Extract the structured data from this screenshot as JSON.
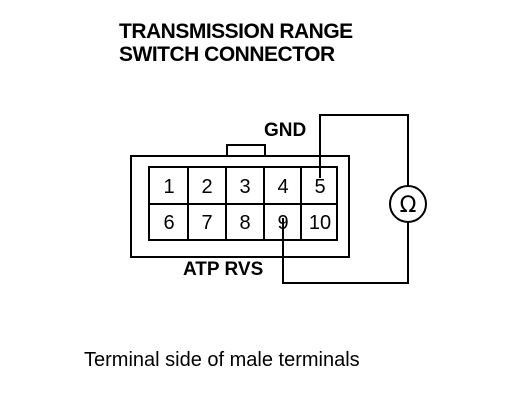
{
  "title": {
    "line1": "TRANSMISSION RANGE",
    "line2": "SWITCH CONNECTOR"
  },
  "connector": {
    "top_row": [
      "1",
      "2",
      "3",
      "4",
      "5"
    ],
    "bottom_row": [
      "6",
      "7",
      "8",
      "9",
      "10"
    ]
  },
  "labels": {
    "gnd": "GND",
    "atp_rvs": "ATP RVS"
  },
  "meter": {
    "symbol": "Ω",
    "icon": "ohmmeter-icon"
  },
  "caption": "Terminal side of male terminals"
}
